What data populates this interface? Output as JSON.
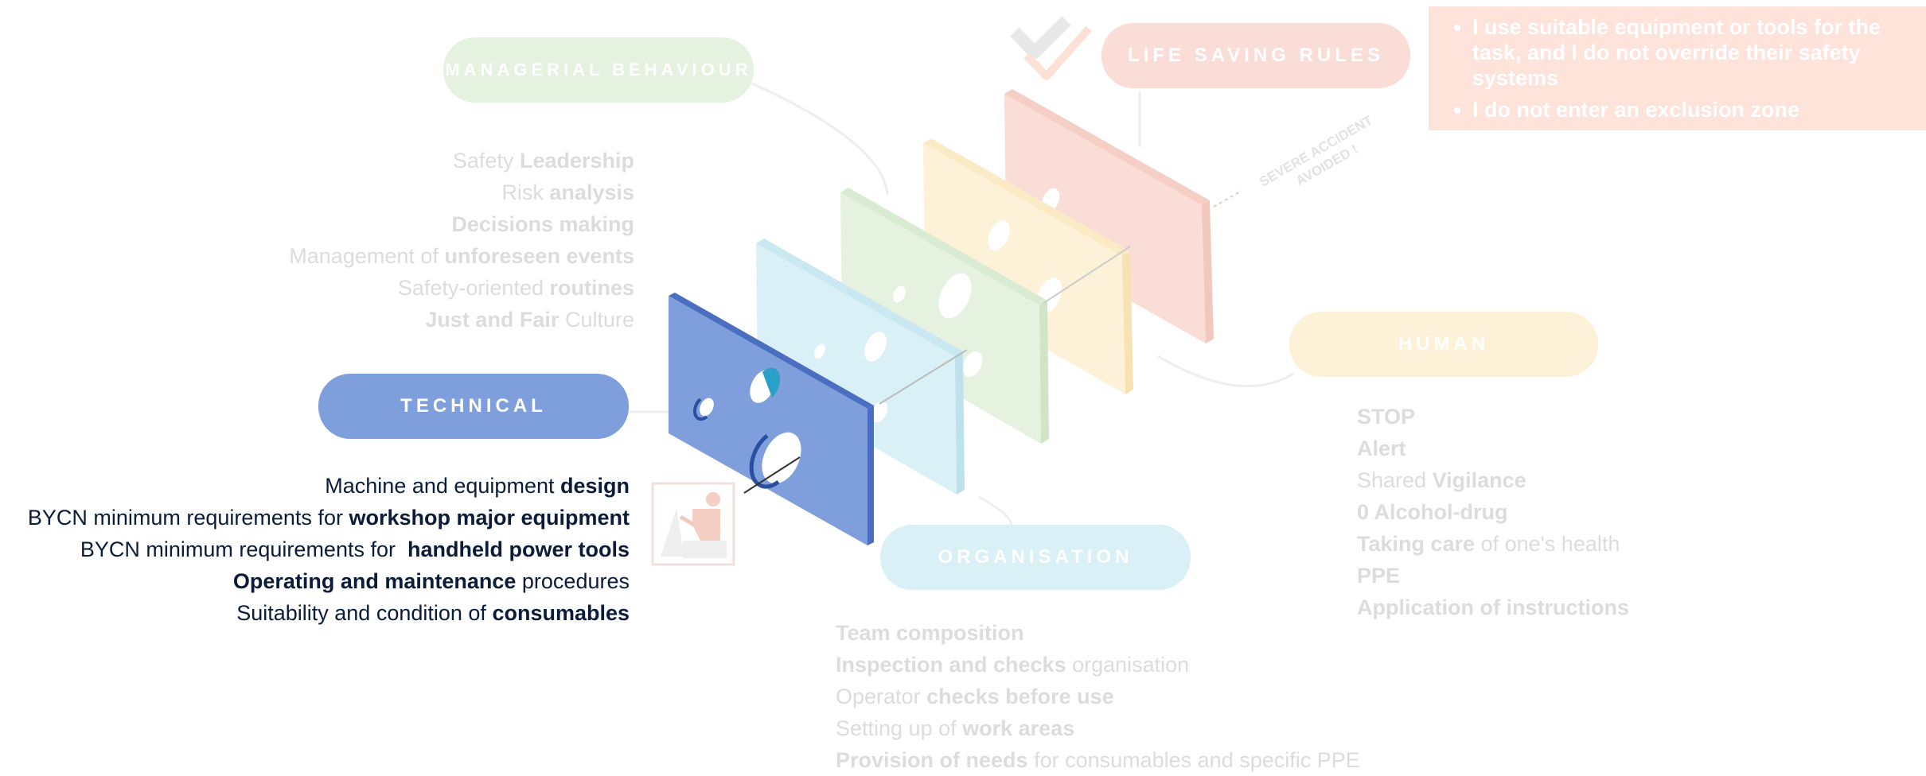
{
  "pills": {
    "managerial": "MANAGERIAL BEHAVIOUR",
    "life_saving": "LIFE SAVING RULES",
    "technical": "TECHNICAL",
    "human": "HUMAN",
    "organisation": "ORGANISATION"
  },
  "banner": {
    "items": [
      "I use suitable equipment or tools for the task, and I do not override their safety systems",
      "I do not enter an exclusion zone"
    ]
  },
  "severe_label": {
    "line1": "SEVERE ACCIDENT",
    "line2": "AVOIDED !"
  },
  "managerial_list": [
    {
      "pre": "Safety ",
      "bold": "Leadership",
      "post": ""
    },
    {
      "pre": "Risk ",
      "bold": "analysis",
      "post": ""
    },
    {
      "pre": "",
      "bold": "Decisions making",
      "post": ""
    },
    {
      "pre": "Management of ",
      "bold": "unforeseen events",
      "post": ""
    },
    {
      "pre": "Safety-oriented ",
      "bold": "routines",
      "post": ""
    },
    {
      "pre": "",
      "bold": "Just and Fair",
      "post": " Culture"
    }
  ],
  "technical_list": [
    {
      "pre": "Machine and equipment ",
      "bold": "design",
      "post": ""
    },
    {
      "pre": "BYCN minimum requirements for ",
      "bold": "workshop major equipment",
      "post": ""
    },
    {
      "pre": "BYCN minimum requirements for  ",
      "bold": "handheld power tools",
      "post": ""
    },
    {
      "pre": "",
      "bold": "Operating and maintenance",
      "post": " procedures"
    },
    {
      "pre": "Suitability and condition of ",
      "bold": "consumables",
      "post": ""
    }
  ],
  "human_list": [
    {
      "pre": "",
      "bold": "STOP",
      "post": ""
    },
    {
      "pre": "",
      "bold": "Alert",
      "post": ""
    },
    {
      "pre": "Shared ",
      "bold": "Vigilance",
      "post": ""
    },
    {
      "pre": "",
      "bold": "0 Alcohol-drug",
      "post": ""
    },
    {
      "pre": "",
      "bold": "Taking care",
      "post": " of one's health"
    },
    {
      "pre": "",
      "bold": "PPE",
      "post": ""
    },
    {
      "pre": "",
      "bold": "Application of instructions",
      "post": ""
    }
  ],
  "organisation_list": [
    {
      "pre": "",
      "bold": "Team composition",
      "post": ""
    },
    {
      "pre": "",
      "bold": "Inspection and checks",
      "post": " organisation"
    },
    {
      "pre": "Operator ",
      "bold": "checks before use",
      "post": ""
    },
    {
      "pre": "Setting up of ",
      "bold": "work areas",
      "post": ""
    },
    {
      "pre": "",
      "bold": "Provision of needs",
      "post": " for consumables and specific PPE"
    }
  ],
  "colors": {
    "technical": "#7f9fdc",
    "technical_edge": "#4a6fc0",
    "organisation": "#d9f0f6",
    "managerial": "#e5f2df",
    "human": "#fdf2d8",
    "life_saving": "#f9ddd6",
    "dark_text": "#0b1b3a",
    "faint_text": "#dcdcdc"
  },
  "icons": {
    "check": "checkmark-logo-icon",
    "grinder": "grinding-worker-icon"
  }
}
